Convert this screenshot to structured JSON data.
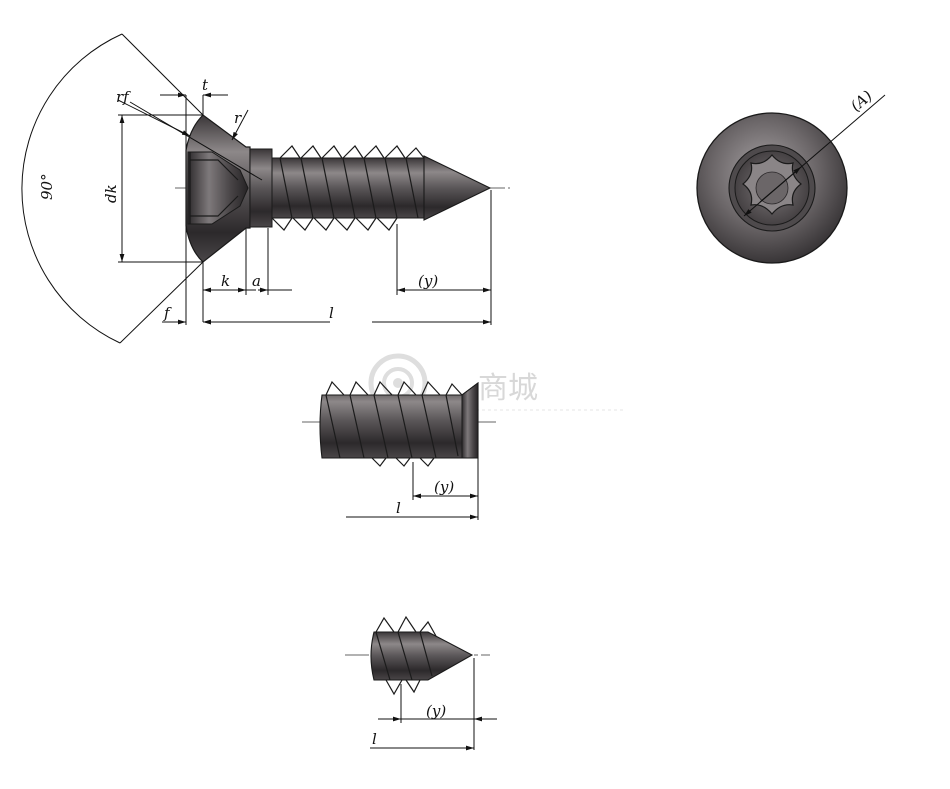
{
  "drawing": {
    "title": "",
    "views": {
      "main": {
        "labels": {
          "t": "t",
          "r": "r",
          "rf": "rf",
          "dk": "dk",
          "angle": "90°",
          "k": "k",
          "a": "a",
          "f": "f",
          "y": "(y)",
          "l": "l"
        }
      },
      "end_view": {
        "labels": {
          "A": "(A)"
        }
      },
      "variant_flat_end": {
        "labels": {
          "y": "(y)",
          "l": "l"
        }
      },
      "variant_short_cone": {
        "labels": {
          "y": "(y)",
          "l": "l"
        }
      }
    },
    "watermark": {
      "text": "商城",
      "logo": "gear-logo"
    },
    "colors": {
      "metal_dark": "#2f2c2e",
      "metal_mid": "#5e5a5c",
      "metal_light": "#9a9597",
      "line": "#111111",
      "watermark": "#cfcfcf"
    }
  }
}
